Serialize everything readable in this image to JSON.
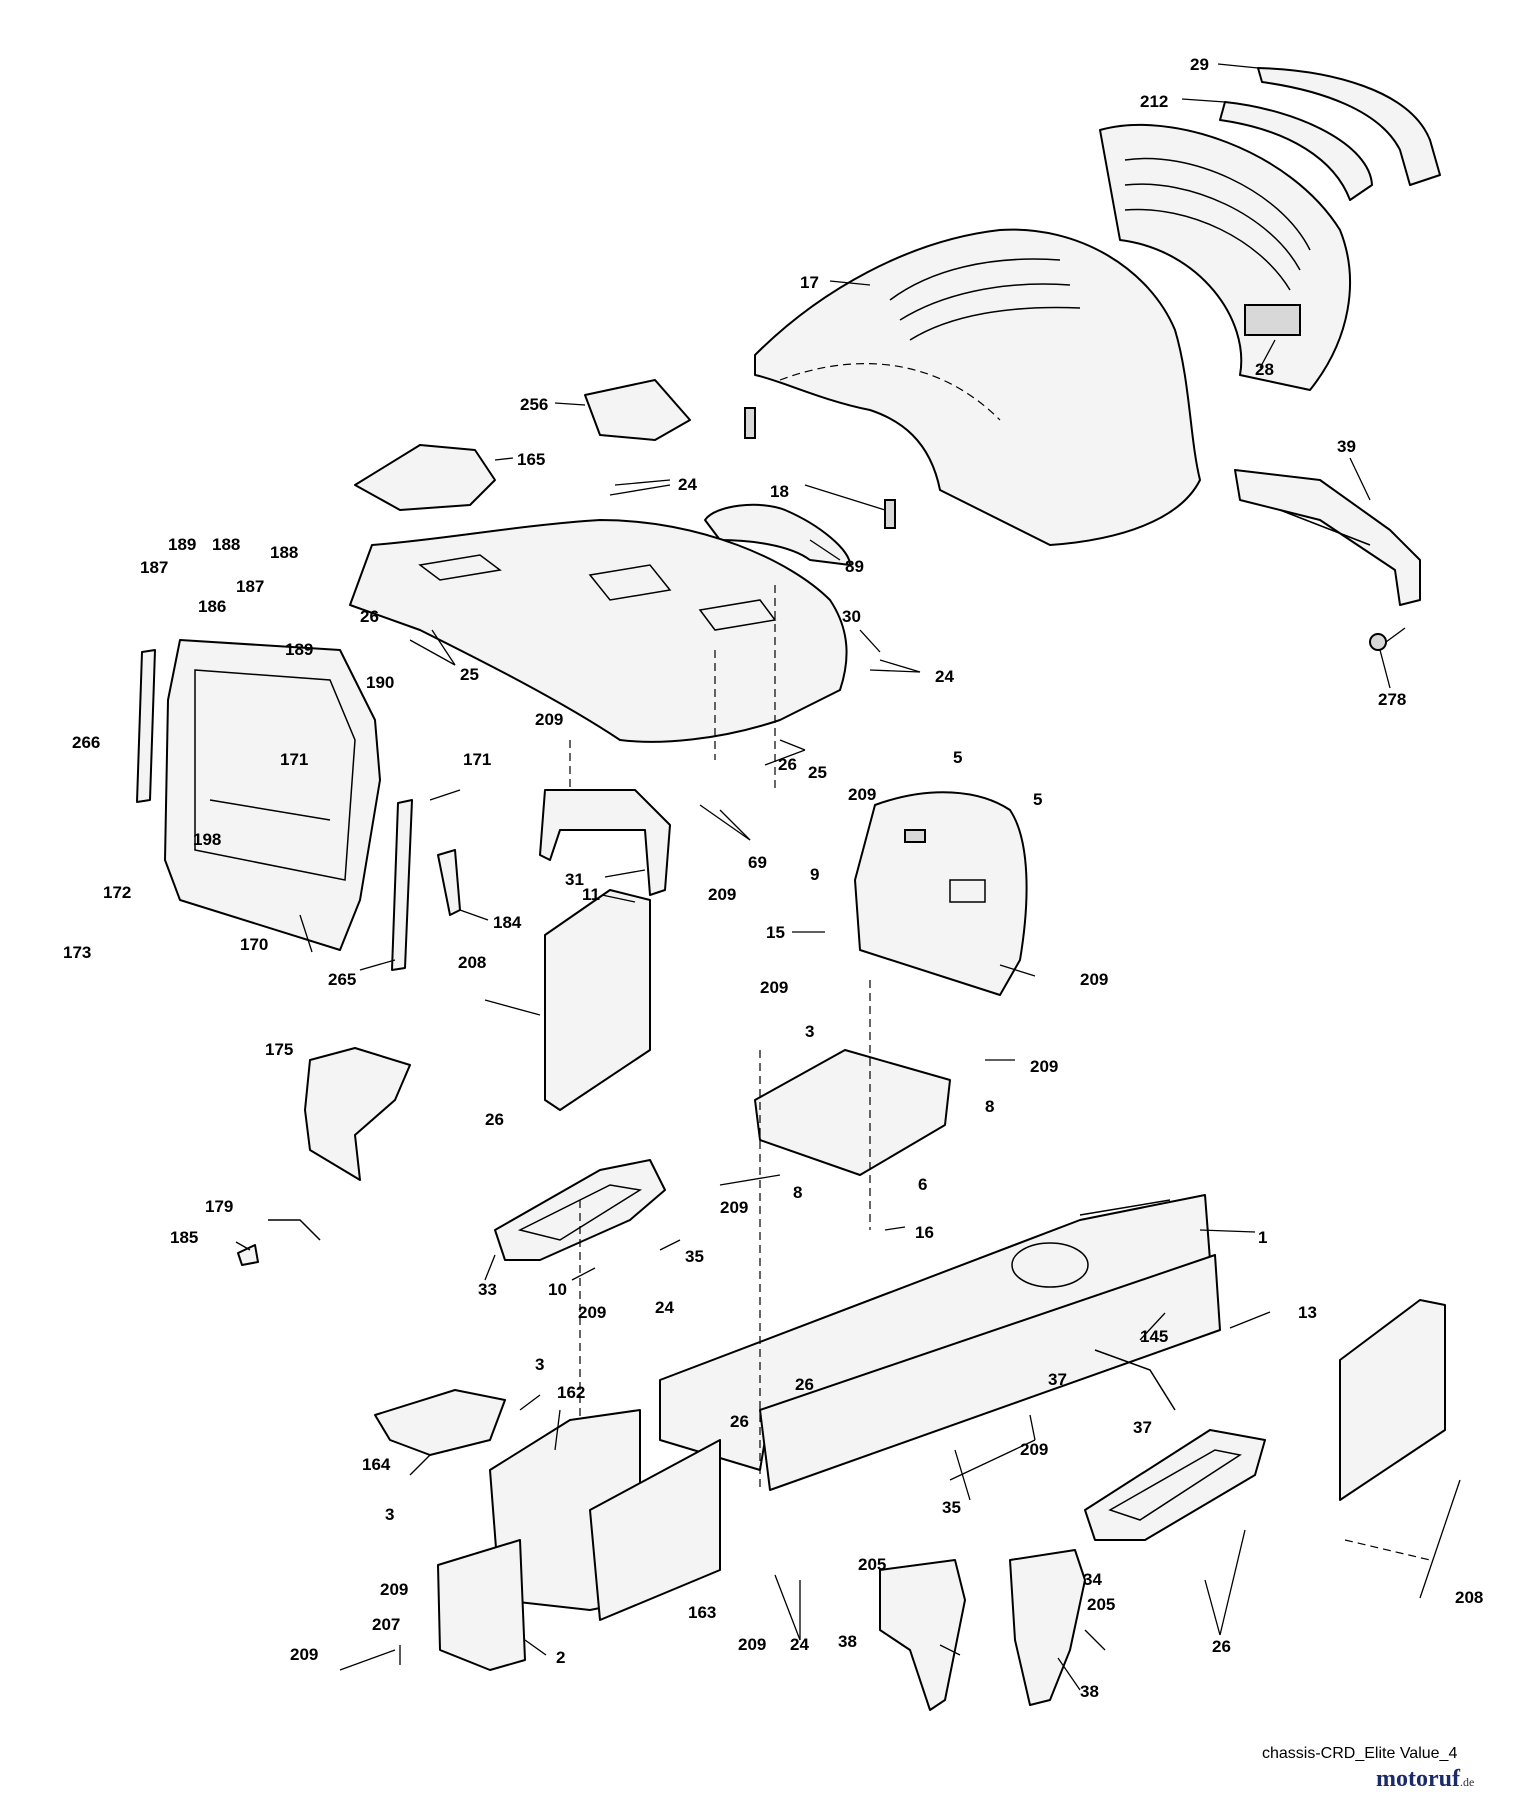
{
  "labels": [
    {
      "id": "p29",
      "text": "29"
    },
    {
      "id": "p212",
      "text": "212"
    },
    {
      "id": "p17",
      "text": "17"
    },
    {
      "id": "p28",
      "text": "28"
    },
    {
      "id": "p256",
      "text": "256"
    },
    {
      "id": "p165",
      "text": "165"
    },
    {
      "id": "p24a",
      "text": "24"
    },
    {
      "id": "p18",
      "text": "18"
    },
    {
      "id": "p89",
      "text": "89"
    },
    {
      "id": "p39",
      "text": "39"
    },
    {
      "id": "p278",
      "text": "278"
    },
    {
      "id": "p189a",
      "text": "189"
    },
    {
      "id": "p188a",
      "text": "188"
    },
    {
      "id": "p187a",
      "text": "187"
    },
    {
      "id": "p188b",
      "text": "188"
    },
    {
      "id": "p186",
      "text": "186"
    },
    {
      "id": "p187b",
      "text": "187"
    },
    {
      "id": "p189b",
      "text": "189"
    },
    {
      "id": "p26a",
      "text": "26"
    },
    {
      "id": "p25a",
      "text": "25"
    },
    {
      "id": "p30",
      "text": "30"
    },
    {
      "id": "p24b",
      "text": "24"
    },
    {
      "id": "p190",
      "text": "190"
    },
    {
      "id": "p266",
      "text": "266"
    },
    {
      "id": "p171a",
      "text": "171"
    },
    {
      "id": "p171b",
      "text": "171"
    },
    {
      "id": "p209a",
      "text": "209"
    },
    {
      "id": "p26b",
      "text": "26"
    },
    {
      "id": "p25b",
      "text": "25"
    },
    {
      "id": "p5a",
      "text": "5"
    },
    {
      "id": "p5b",
      "text": "5"
    },
    {
      "id": "p209b",
      "text": "209"
    },
    {
      "id": "p69",
      "text": "69"
    },
    {
      "id": "p31",
      "text": "31"
    },
    {
      "id": "p209c",
      "text": "209"
    },
    {
      "id": "p198",
      "text": "198"
    },
    {
      "id": "p172",
      "text": "172"
    },
    {
      "id": "p173",
      "text": "173"
    },
    {
      "id": "p170",
      "text": "170"
    },
    {
      "id": "p184",
      "text": "184"
    },
    {
      "id": "p265",
      "text": "265"
    },
    {
      "id": "p11",
      "text": "11"
    },
    {
      "id": "p9",
      "text": "9"
    },
    {
      "id": "p15",
      "text": "15"
    },
    {
      "id": "p209d",
      "text": "209"
    },
    {
      "id": "p208a",
      "text": "208"
    },
    {
      "id": "p209e",
      "text": "209"
    },
    {
      "id": "p3a",
      "text": "3"
    },
    {
      "id": "p209f",
      "text": "209"
    },
    {
      "id": "p175",
      "text": "175"
    },
    {
      "id": "p8a",
      "text": "8"
    },
    {
      "id": "p26c",
      "text": "26"
    },
    {
      "id": "p6",
      "text": "6"
    },
    {
      "id": "p8b",
      "text": "8"
    },
    {
      "id": "p209g",
      "text": "209"
    },
    {
      "id": "p16",
      "text": "16"
    },
    {
      "id": "p1",
      "text": "1"
    },
    {
      "id": "p179",
      "text": "179"
    },
    {
      "id": "p185",
      "text": "185"
    },
    {
      "id": "p35a",
      "text": "35"
    },
    {
      "id": "p33",
      "text": "33"
    },
    {
      "id": "p10",
      "text": "10"
    },
    {
      "id": "p24c",
      "text": "24"
    },
    {
      "id": "p209h",
      "text": "209"
    },
    {
      "id": "p13",
      "text": "13"
    },
    {
      "id": "p145",
      "text": "145"
    },
    {
      "id": "p3b",
      "text": "3"
    },
    {
      "id": "p162",
      "text": "162"
    },
    {
      "id": "p26d",
      "text": "26"
    },
    {
      "id": "p26e",
      "text": "26"
    },
    {
      "id": "p37a",
      "text": "37"
    },
    {
      "id": "p37b",
      "text": "37"
    },
    {
      "id": "p164",
      "text": "164"
    },
    {
      "id": "p3c",
      "text": "3"
    },
    {
      "id": "p209i",
      "text": "209"
    },
    {
      "id": "p35b",
      "text": "35"
    },
    {
      "id": "p209j",
      "text": "209"
    },
    {
      "id": "p207",
      "text": "207"
    },
    {
      "id": "p209k",
      "text": "209"
    },
    {
      "id": "p163",
      "text": "163"
    },
    {
      "id": "p209l",
      "text": "209"
    },
    {
      "id": "p24d",
      "text": "24"
    },
    {
      "id": "p205a",
      "text": "205"
    },
    {
      "id": "p205b",
      "text": "205"
    },
    {
      "id": "p38a",
      "text": "38"
    },
    {
      "id": "p38b",
      "text": "38"
    },
    {
      "id": "p34",
      "text": "34"
    },
    {
      "id": "p26f",
      "text": "26"
    },
    {
      "id": "p208b",
      "text": "208"
    },
    {
      "id": "p2",
      "text": "2"
    }
  ],
  "caption": "chassis-CRD_Elite Value_4",
  "brand": {
    "name": "motoruf",
    "suffix": ".de"
  },
  "colors": {
    "brand": "#1a2a6b",
    "line": "#000000",
    "fill": "#f4f4f4"
  }
}
